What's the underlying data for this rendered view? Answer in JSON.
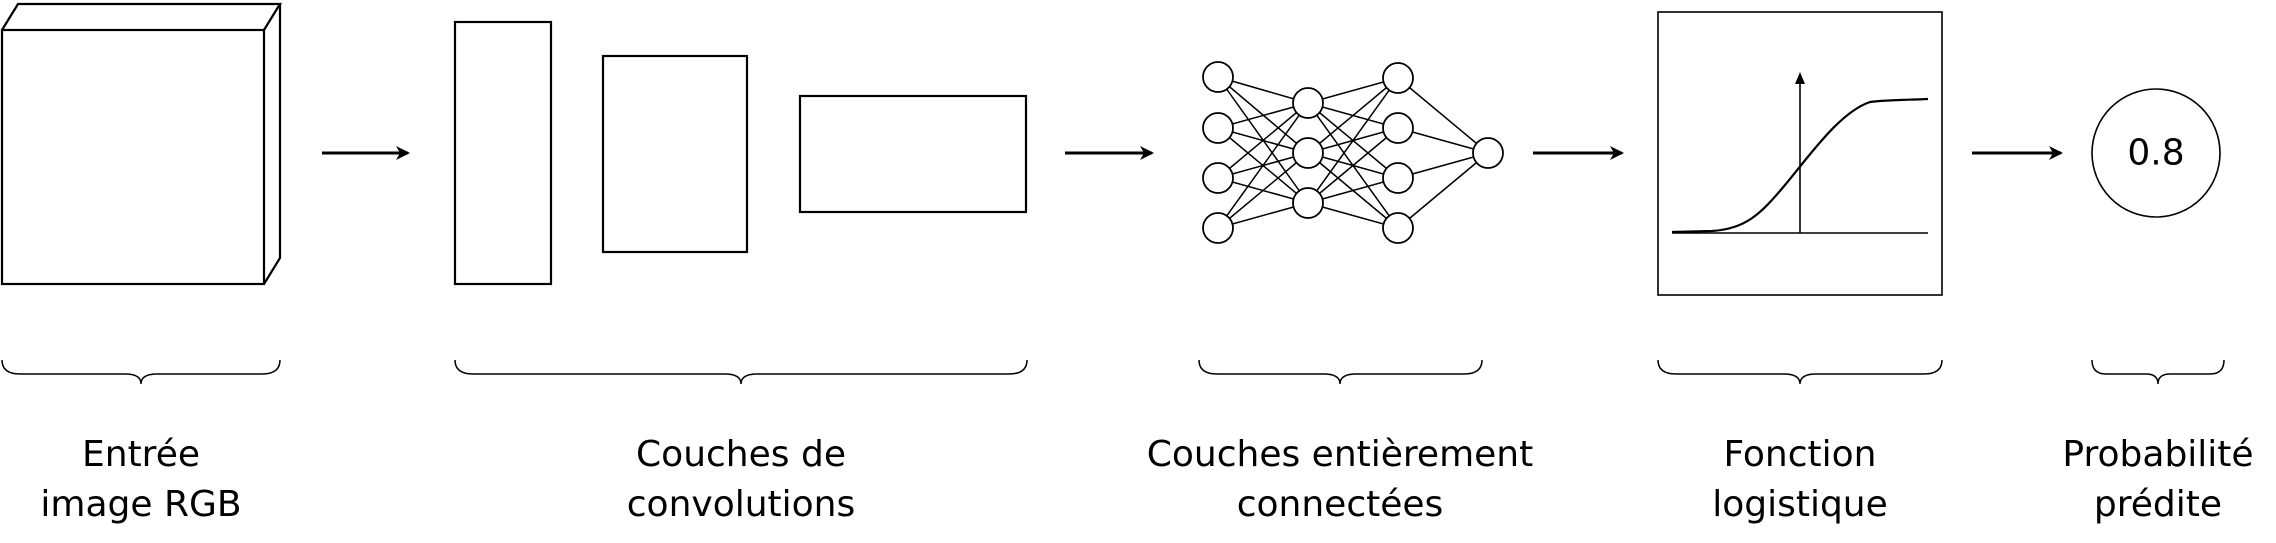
{
  "stages": [
    {
      "id": "input",
      "label_line1": "Entrée",
      "label_line2": "image RGB"
    },
    {
      "id": "conv",
      "label_line1": "Couches de",
      "label_line2": "convolutions"
    },
    {
      "id": "fc",
      "label_line1": "Couches entièrement",
      "label_line2": "connectées"
    },
    {
      "id": "logistic",
      "label_line1": "Fonction",
      "label_line2": "logistique"
    },
    {
      "id": "output",
      "label_line1": "Probabilité",
      "label_line2": "prédite"
    }
  ],
  "output_value": "0.8",
  "network": {
    "layer_sizes": [
      4,
      3,
      4,
      1
    ]
  },
  "colors": {
    "stroke": "#000000",
    "background": "#ffffff"
  }
}
